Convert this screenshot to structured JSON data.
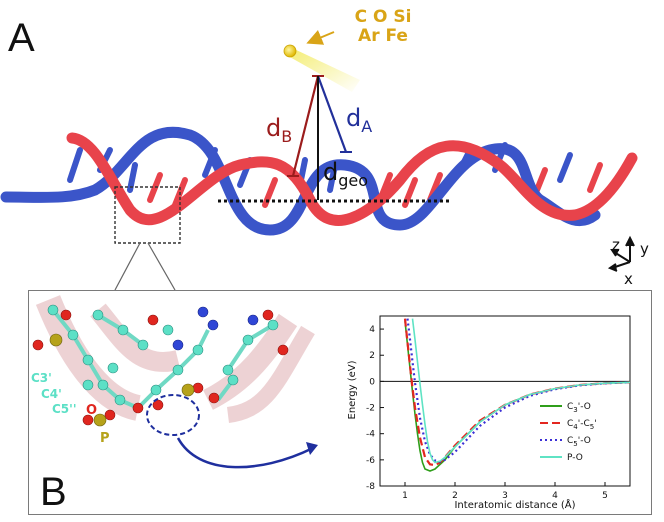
{
  "panel_a": {
    "letter": "A",
    "ions": {
      "line1": "C O Si",
      "line2": "Ar Fe"
    },
    "d_b": {
      "main": "d",
      "sub": "B"
    },
    "d_a": {
      "main": "d",
      "sub": "A"
    },
    "d_geo": {
      "main": "d",
      "sub": "geo"
    },
    "axes": {
      "z": "z",
      "y": "y",
      "x": "x"
    },
    "colors": {
      "strand_red": "#e8434b",
      "strand_blue": "#3b55c9",
      "ion": "#e7c300",
      "d_b": "#9b1c1c",
      "d_a": "#22309a"
    }
  },
  "panel_b": {
    "letter": "B",
    "atom_labels": {
      "c3": "C3'",
      "c4": "C4'",
      "c5": "C5''",
      "o": "O",
      "p": "P"
    },
    "colors": {
      "carbon": "#5ce0c6",
      "oxygen": "#e0261f",
      "phosphorus": "#b6a21a",
      "nitrogen": "#2f46d6"
    }
  },
  "chart_data": {
    "type": "line",
    "xlabel": "Interatomic distance (Å)",
    "ylabel": "Energy (eV)",
    "xlim": [
      0.5,
      5.5
    ],
    "ylim": [
      -8,
      5
    ],
    "xticks": [
      1,
      2,
      3,
      4,
      5
    ],
    "yticks": [
      4,
      2,
      0,
      -2,
      -4,
      -6,
      -8
    ],
    "legend_position": "bottom-right",
    "series": [
      {
        "name": "C3'-O",
        "legend": {
          "main": "C",
          "sub": "3",
          "rest": "'-O"
        },
        "color": "#2f9e1a",
        "dash": "solid",
        "points": [
          [
            1.0,
            4.6
          ],
          [
            1.05,
            2.8
          ],
          [
            1.1,
            1.0
          ],
          [
            1.15,
            -0.8
          ],
          [
            1.2,
            -2.5
          ],
          [
            1.25,
            -4.0
          ],
          [
            1.3,
            -5.3
          ],
          [
            1.35,
            -6.2
          ],
          [
            1.4,
            -6.7
          ],
          [
            1.5,
            -6.85
          ],
          [
            1.6,
            -6.7
          ],
          [
            1.8,
            -6.0
          ],
          [
            2.0,
            -5.0
          ],
          [
            2.5,
            -3.1
          ],
          [
            3.0,
            -1.8
          ],
          [
            3.5,
            -1.0
          ],
          [
            4.0,
            -0.55
          ],
          [
            4.5,
            -0.28
          ],
          [
            5.0,
            -0.14
          ],
          [
            5.5,
            -0.07
          ]
        ]
      },
      {
        "name": "C4'-C5'",
        "legend": {
          "main": "C",
          "sub": "4",
          "rest": "'-C",
          "sub2": "5",
          "rest2": "'"
        },
        "color": "#e3261f",
        "dash": "8,4",
        "points": [
          [
            1.0,
            4.8
          ],
          [
            1.05,
            3.0
          ],
          [
            1.1,
            1.2
          ],
          [
            1.15,
            -0.5
          ],
          [
            1.2,
            -2.0
          ],
          [
            1.3,
            -4.3
          ],
          [
            1.4,
            -5.8
          ],
          [
            1.5,
            -6.35
          ],
          [
            1.6,
            -6.4
          ],
          [
            1.7,
            -6.2
          ],
          [
            1.8,
            -5.8
          ],
          [
            2.0,
            -4.9
          ],
          [
            2.5,
            -3.0
          ],
          [
            3.0,
            -1.8
          ],
          [
            3.5,
            -1.0
          ],
          [
            4.0,
            -0.55
          ],
          [
            4.5,
            -0.28
          ],
          [
            5.0,
            -0.14
          ],
          [
            5.5,
            -0.07
          ]
        ]
      },
      {
        "name": "C5'-O",
        "legend": {
          "main": "C",
          "sub": "5",
          "rest": "'-O"
        },
        "color": "#3b2fd6",
        "dash": "2,3",
        "points": [
          [
            1.05,
            4.8
          ],
          [
            1.1,
            3.2
          ],
          [
            1.15,
            1.5
          ],
          [
            1.2,
            -0.1
          ],
          [
            1.3,
            -2.8
          ],
          [
            1.4,
            -4.6
          ],
          [
            1.5,
            -5.6
          ],
          [
            1.6,
            -6.05
          ],
          [
            1.7,
            -6.15
          ],
          [
            1.8,
            -6.0
          ],
          [
            2.0,
            -5.4
          ],
          [
            2.5,
            -3.4
          ],
          [
            3.0,
            -2.0
          ],
          [
            3.5,
            -1.1
          ],
          [
            4.0,
            -0.6
          ],
          [
            4.5,
            -0.3
          ],
          [
            5.0,
            -0.15
          ],
          [
            5.5,
            -0.07
          ]
        ]
      },
      {
        "name": "P-O",
        "legend": {
          "main": "P-O",
          "sub": "",
          "rest": ""
        },
        "color": "#5fe3c4",
        "dash": "solid",
        "points": [
          [
            1.15,
            4.8
          ],
          [
            1.2,
            3.2
          ],
          [
            1.25,
            1.5
          ],
          [
            1.3,
            -0.2
          ],
          [
            1.35,
            -1.8
          ],
          [
            1.4,
            -3.3
          ],
          [
            1.45,
            -4.6
          ],
          [
            1.5,
            -5.5
          ],
          [
            1.55,
            -6.0
          ],
          [
            1.6,
            -6.2
          ],
          [
            1.7,
            -6.1
          ],
          [
            1.8,
            -5.8
          ],
          [
            2.0,
            -5.0
          ],
          [
            2.5,
            -3.1
          ],
          [
            3.0,
            -1.8
          ],
          [
            3.5,
            -1.0
          ],
          [
            4.0,
            -0.55
          ],
          [
            4.5,
            -0.28
          ],
          [
            5.0,
            -0.14
          ],
          [
            5.5,
            -0.07
          ]
        ]
      }
    ]
  }
}
